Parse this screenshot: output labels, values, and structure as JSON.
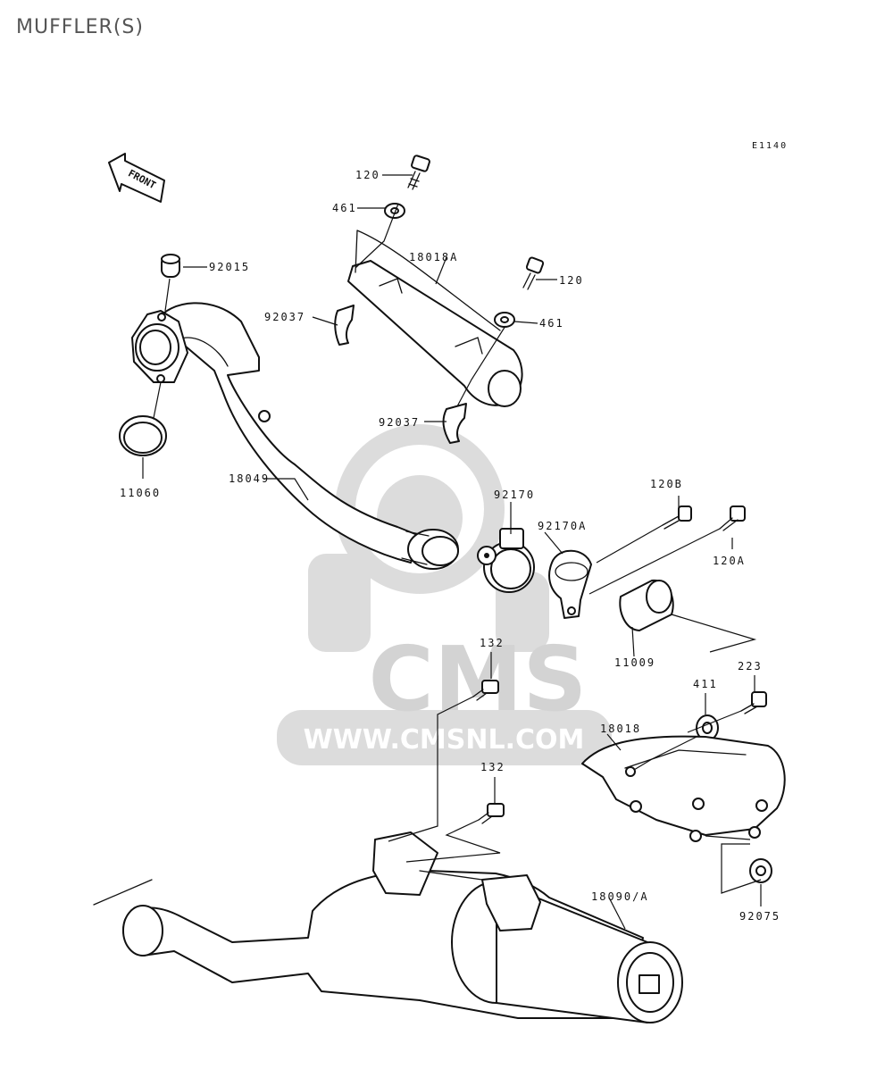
{
  "title": "MUFFLER(S)",
  "diagram_code": "E1140",
  "front_label": "FRONT",
  "watermark": {
    "logo": "CMS",
    "url": "WWW.CMSNL.COM"
  },
  "parts": [
    {
      "ref": "120",
      "name": "bolt-top"
    },
    {
      "ref": "461",
      "name": "washer-top"
    },
    {
      "ref": "18018A",
      "name": "heat-cover-upper"
    },
    {
      "ref": "120",
      "name": "bolt-right"
    },
    {
      "ref": "461",
      "name": "washer-right"
    },
    {
      "ref": "92015",
      "name": "collar"
    },
    {
      "ref": "92037",
      "name": "clamp-upper"
    },
    {
      "ref": "92037",
      "name": "clamp-lower"
    },
    {
      "ref": "11060",
      "name": "gasket"
    },
    {
      "ref": "18049",
      "name": "exhaust-pipe"
    },
    {
      "ref": "92170",
      "name": "band-clamp"
    },
    {
      "ref": "120B",
      "name": "bolt-b"
    },
    {
      "ref": "92170A",
      "name": "clamp-a"
    },
    {
      "ref": "120A",
      "name": "bolt-a"
    },
    {
      "ref": "11009",
      "name": "pipe-gasket"
    },
    {
      "ref": "132",
      "name": "bolt-132-upper"
    },
    {
      "ref": "223",
      "name": "bolt-223"
    },
    {
      "ref": "411",
      "name": "washer-411"
    },
    {
      "ref": "18018",
      "name": "heat-cover-lower"
    },
    {
      "ref": "132",
      "name": "bolt-132-lower"
    },
    {
      "ref": "18090/A",
      "name": "muffler"
    },
    {
      "ref": "92075",
      "name": "damper"
    }
  ]
}
